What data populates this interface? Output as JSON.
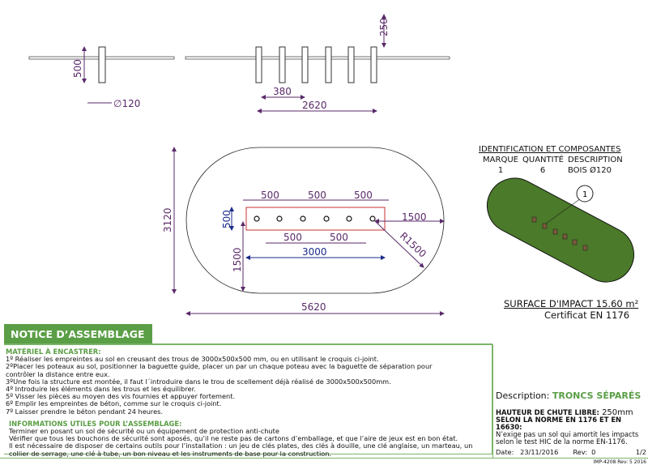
{
  "drawing": {
    "elevation_left": {
      "height": "500",
      "diameter": "∅120"
    },
    "elevation_right": {
      "height_above": "250",
      "spacing": "380",
      "total": "2620"
    },
    "plan": {
      "width_total": "3120",
      "length_total": "5620",
      "spacings_top": [
        "500",
        "500",
        "500"
      ],
      "spacings_bottom": [
        "500",
        "500"
      ],
      "rect_width": "500",
      "rect_length": "3000",
      "edge": "1500",
      "side": "1500",
      "radius": "R1500"
    }
  },
  "identification": {
    "title": "IDENTIFICATION ET COMPOSANTES",
    "headers": [
      "MARQUE",
      "QUANTITÉ",
      "DESCRIPTION"
    ],
    "row": [
      "1",
      "6",
      "BOIS Ø120"
    ],
    "callout": "1"
  },
  "surface": {
    "label": "SURFACE D'IMPACT  15.60 m²",
    "cert": "Certificat EN 1176"
  },
  "notice": {
    "title": "NOTICE D’ASSEMBLAGE",
    "material_title": "MATÉRIEL À ENCASTRER:",
    "steps": [
      "1º Réaliser les empreintes au sol en creusant des trous de 3000x500x500 mm, ou en utilisant le croquis ci-joint.",
      "2ºPlacer les poteaux au sol, positionner la baguette guide, placer un par un chaque poteau avec la baguette de séparation pour\ncontrôler la distance entre eux.",
      "3ºUne fois la structure est montée, il faut l´introduire dans le trou de scellement déjà réalisé de 3000x500x500mm.",
      "4º Introduire les éléments dans les trous et les équilibrer.",
      "5º Visser les pièces au moyen des vis fournies et appuyer fortement.",
      "6º Emplir les empreintes de béton, comme sur le croquis ci-joint.",
      "7º Laisser prendre le béton pendant 24 heures."
    ],
    "info_title": "INFORMATIONS UTILES POUR L’ASSEMBLAGE:",
    "info": [
      "Terminer en posant un sol de sécurité ou un équipement de protection anti-chute",
      "Vérifier que tous les bouchons de sécurité sont aposés, qu’il ne reste pas de cartons d’emballage, et que l’aire de jeux est en bon état.",
      "Il est nécessaire de disposer de certains outils pour l’installation : un jeu de clés plates, des clés à douille, une clé anglaise, un marteau, un\ncollier de serrage, une clé à tube, un bon niveau et les instruments de base pour la construction."
    ]
  },
  "description": {
    "label": "Description: ",
    "value": "TRONCS SÉPARÉS"
  },
  "fall": {
    "label": "HAUTEUR DE CHUTE LIBRE:",
    "value": " 250mm",
    "norm": "SELON LA NORME EN 1176 ET EN 16630:",
    "note": "N’exige pas un sol qui amortit les impacts\nselon le test HIC de la norme EN-1176."
  },
  "footer": {
    "date_label": "Date:",
    "date": "23/11/2016",
    "rev_label": "Rev:",
    "rev": "0",
    "page": "1/2",
    "code": "IMP-4208  Rev: 5  2016"
  },
  "colors": {
    "green": "#5a9e45",
    "surface": "#4a7a2a",
    "dim": "#5a2a6a",
    "dim_blue": "#1a2a8a",
    "red": "#c83030"
  }
}
